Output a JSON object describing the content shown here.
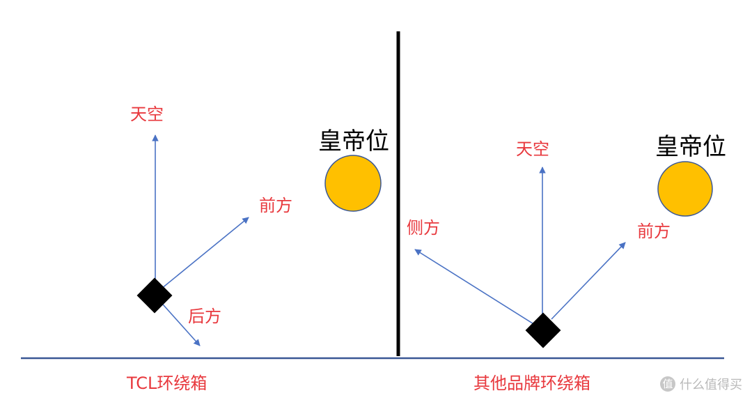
{
  "colors": {
    "arrow": "#4a72c4",
    "label": "#e8383d",
    "sweet_spot_fill": "#ffc000",
    "sweet_spot_stroke": "#3a5795",
    "divider": "#000000",
    "floor": "#3a5795",
    "speaker": "#000000"
  },
  "left_panel": {
    "caption": "TCL环绕箱",
    "up_label": "天空",
    "front_label": "前方",
    "back_label": "后方",
    "sweet_spot_label": "皇帝位"
  },
  "right_panel": {
    "caption": "其他品牌环绕箱",
    "up_label": "天空",
    "front_label": "前方",
    "side_label": "侧方",
    "sweet_spot_label": "皇帝位"
  },
  "watermark": {
    "icon": "值",
    "text": "什么值得买"
  }
}
